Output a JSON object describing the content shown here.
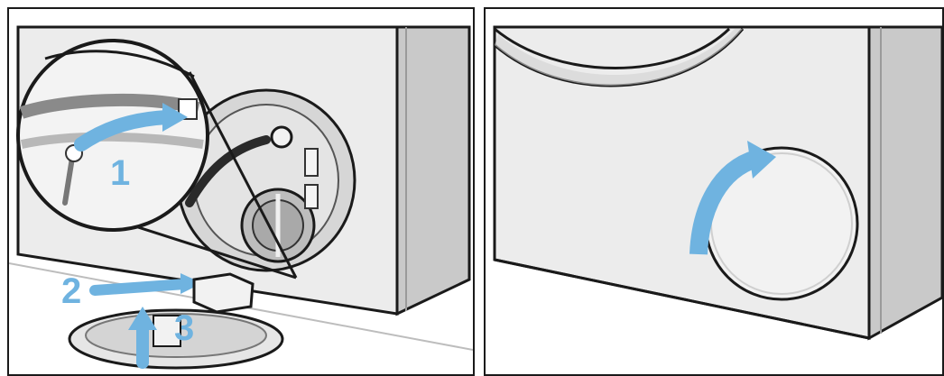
{
  "steps": [
    {
      "number": "1"
    },
    {
      "number": "2"
    },
    {
      "number": "3"
    }
  ],
  "colors": {
    "arrow": "#6fb3e0",
    "outline": "#1a1a1a",
    "machine_body": "#ececec",
    "machine_side": "#c9c9c9"
  },
  "icons": {
    "left_panel": "remove-service-flap-arrows",
    "right_panel": "rotate-cover-arrow"
  }
}
